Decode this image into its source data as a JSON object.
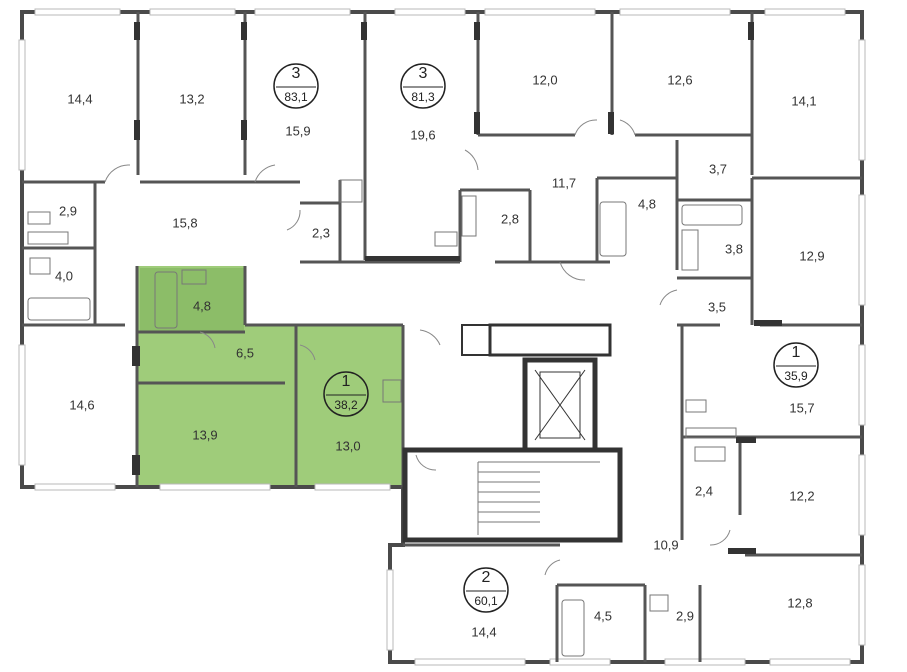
{
  "colors": {
    "highlight": "#9fcc7a",
    "highlight_dark": "#8cbd68",
    "wall": "#4a4a4a",
    "window": "#b9b9b9",
    "text": "#333333"
  },
  "apartments": [
    {
      "id": "apt-3-a",
      "rooms": "3",
      "area": "83,1"
    },
    {
      "id": "apt-3-b",
      "rooms": "3",
      "area": "81,3"
    },
    {
      "id": "apt-1-selected",
      "rooms": "1",
      "area": "38,2",
      "highlighted": true
    },
    {
      "id": "apt-1-right",
      "rooms": "1",
      "area": "35,9"
    },
    {
      "id": "apt-2",
      "rooms": "2",
      "area": "60,1"
    }
  ],
  "rooms": [
    "14,4",
    "13,2",
    "15,9",
    "19,6",
    "12,0",
    "12,6",
    "14,1",
    "15,8",
    "2,9",
    "2,3",
    "4,0",
    "11,7",
    "4,8",
    "2,8",
    "3,7",
    "3,8",
    "12,9",
    "3,5",
    "4,8",
    "6,5",
    "13,9",
    "13,0",
    "14,6",
    "15,7",
    "2,4",
    "12,2",
    "10,9",
    "14,4",
    "4,5",
    "2,9",
    "12,8"
  ]
}
